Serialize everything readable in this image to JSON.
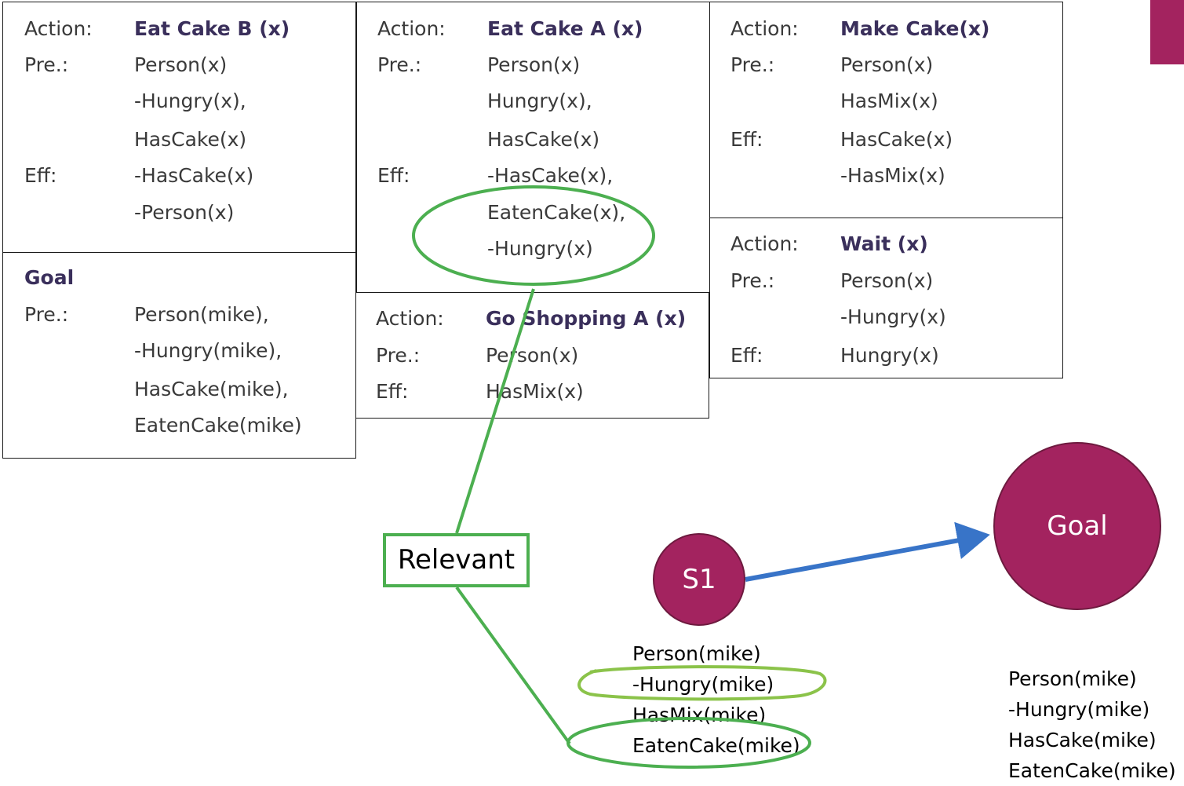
{
  "action_boxes": [
    {
      "id": "eat-cake-b",
      "action_label": "Action:",
      "action_name": "Eat Cake B (x)",
      "pre_label": "Pre.:",
      "pre": [
        "Person(x)",
        "-Hungry(x),",
        "HasCake(x)"
      ],
      "eff_label": "Eff:",
      "eff": [
        "-HasCake(x)",
        "-Person(x)"
      ]
    },
    {
      "id": "eat-cake-a",
      "action_label": "Action:",
      "action_name": "Eat Cake A (x)",
      "pre_label": "Pre.:",
      "pre": [
        "Person(x)",
        "Hungry(x),",
        "HasCake(x)"
      ],
      "eff_label": "Eff:",
      "eff": [
        "-HasCake(x),",
        "EatenCake(x),",
        "-Hungry(x)"
      ]
    },
    {
      "id": "make-cake",
      "action_label": "Action:",
      "action_name": "Make Cake(x)",
      "pre_label": "Pre.:",
      "pre": [
        "Person(x)",
        "HasMix(x)"
      ],
      "eff_label": "Eff:",
      "eff": [
        "HasCake(x)",
        "-HasMix(x)"
      ]
    },
    {
      "id": "wait",
      "action_label": "Action:",
      "action_name": "Wait (x)",
      "pre_label": "Pre.:",
      "pre": [
        "Person(x)",
        "-Hungry(x)"
      ],
      "eff_label": "Eff:",
      "eff": [
        "Hungry(x)"
      ]
    },
    {
      "id": "go-shopping-a",
      "action_label": "Action:",
      "action_name": "Go Shopping A (x)",
      "pre_label": "Pre.:",
      "pre": [
        "Person(x)"
      ],
      "eff_label": "Eff:",
      "eff": [
        "HasMix(x)"
      ]
    }
  ],
  "goal_box": {
    "title": "Goal",
    "pre_label": "Pre.:",
    "pre": [
      "Person(mike),",
      "-Hungry(mike),",
      "HasCake(mike),",
      "EatenCake(mike)"
    ]
  },
  "relevant_label": "Relevant",
  "s1_node": {
    "label": "S1",
    "state": [
      "Person(mike)",
      "-Hungry(mike)",
      "HasMix(mike)",
      "EatenCake(mike)"
    ]
  },
  "goal_node": {
    "label": "Goal",
    "state": [
      "Person(mike)",
      "-Hungry(mike)",
      "HasCake(mike)",
      "EatenCake(mike)"
    ]
  },
  "colors": {
    "node_fill": "#a3235f",
    "node_stroke": "#6e1a3f",
    "arrow": "#3874c8",
    "green": "#4caf50",
    "light_green": "#8bc34a",
    "title_text": "#3a2f5b"
  }
}
